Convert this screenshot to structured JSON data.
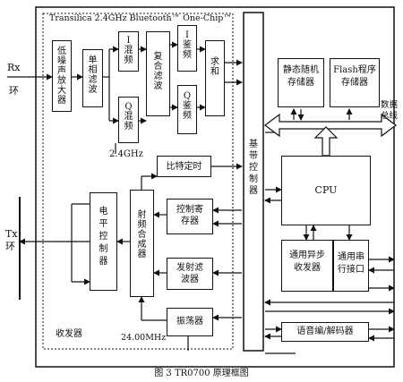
{
  "figure": {
    "header": "Transilica 2.4GHz Bluetooth™ One-Chip™",
    "caption": "图 3  TR0700 原理框图"
  },
  "labels": {
    "rx": "Rx",
    "rx_ring": "环",
    "tx": "Tx",
    "tx_ring": "环",
    "data_bus": "数据\n总线",
    "freq_24ghz": "2.4GHz",
    "freq_24mhz": "24.00MHz",
    "transceiver": "收发器"
  },
  "blocks": {
    "lna": "低噪声放大器",
    "single_filter": "单相滤波",
    "i_mixer": "I混频",
    "q_mixer": "Q混频",
    "complex_filter": "复合滤波",
    "i_demod": "I鉴频",
    "q_demod": "Q鉴频",
    "adder": "求和",
    "baseband_ctrl": "基带控制器",
    "bit_timing": "比特定时",
    "ctrl_register": "控制寄存器",
    "synthesizer": "射频合成器",
    "level_ctrl": "电平控制器",
    "tx_filter": "发射滤波器",
    "oscillator": "振荡器",
    "sram": "静态随机存储器",
    "flash": "Flash程序存储器",
    "cpu": "CPU",
    "uart": "通用异步收发器",
    "serial_port": "通用串行接口",
    "codec": "语音编/解码器"
  }
}
